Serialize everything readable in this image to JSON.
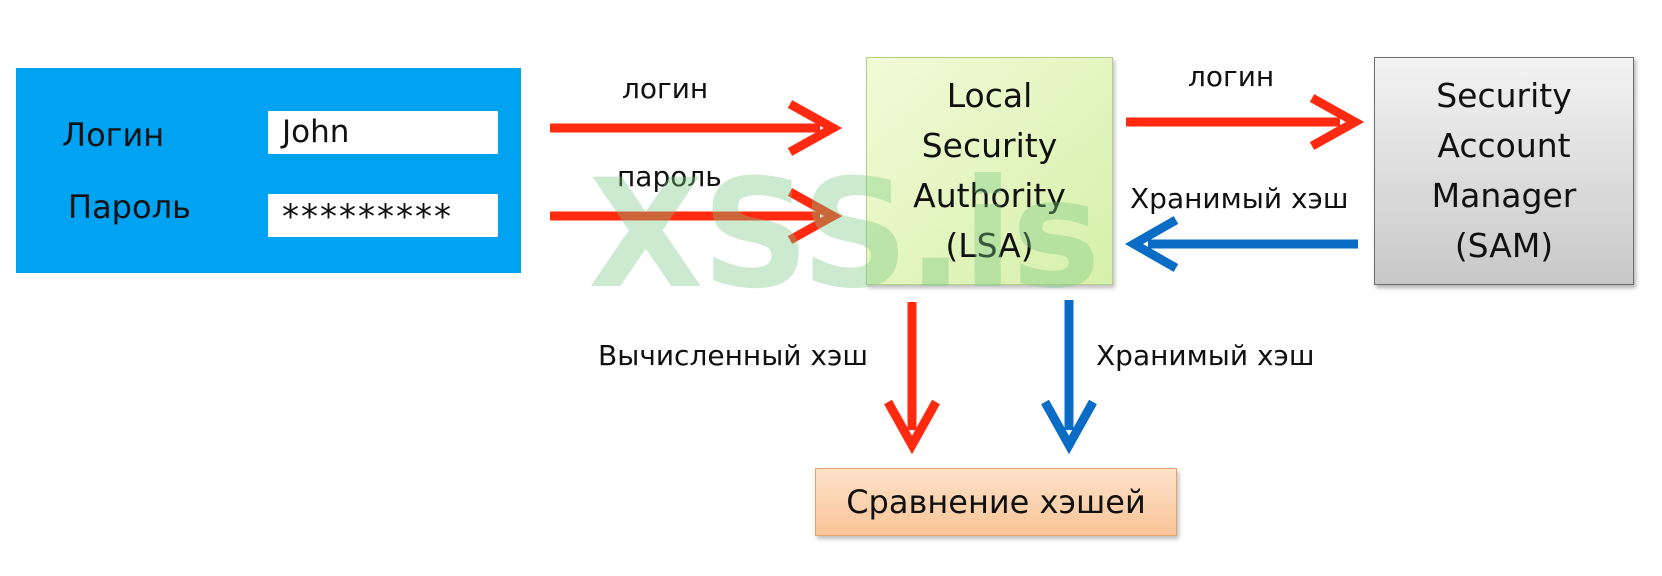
{
  "login_form": {
    "login_label": "Логин",
    "login_value": "John",
    "password_label": "Пароль",
    "password_value": "*********"
  },
  "nodes": {
    "lsa": "Local\nSecurity\nAuthority\n(LSA)",
    "sam": "Security\nAccount\nManager\n(SAM)",
    "compare": "Сравнение хэшей"
  },
  "edges": {
    "form_to_lsa_login": "логин",
    "form_to_lsa_password": "пароль",
    "lsa_to_sam_login": "логин",
    "sam_to_lsa_hash": "Хранимый хэш",
    "lsa_to_compare_computed": "Вычисленный хэш",
    "lsa_to_compare_stored": "Хранимый хэш"
  },
  "watermark": "XSS.is",
  "colors": {
    "login_panel": "#00a2f2",
    "arrow_red": "#ff2a10",
    "arrow_blue": "#0b6cc6"
  }
}
